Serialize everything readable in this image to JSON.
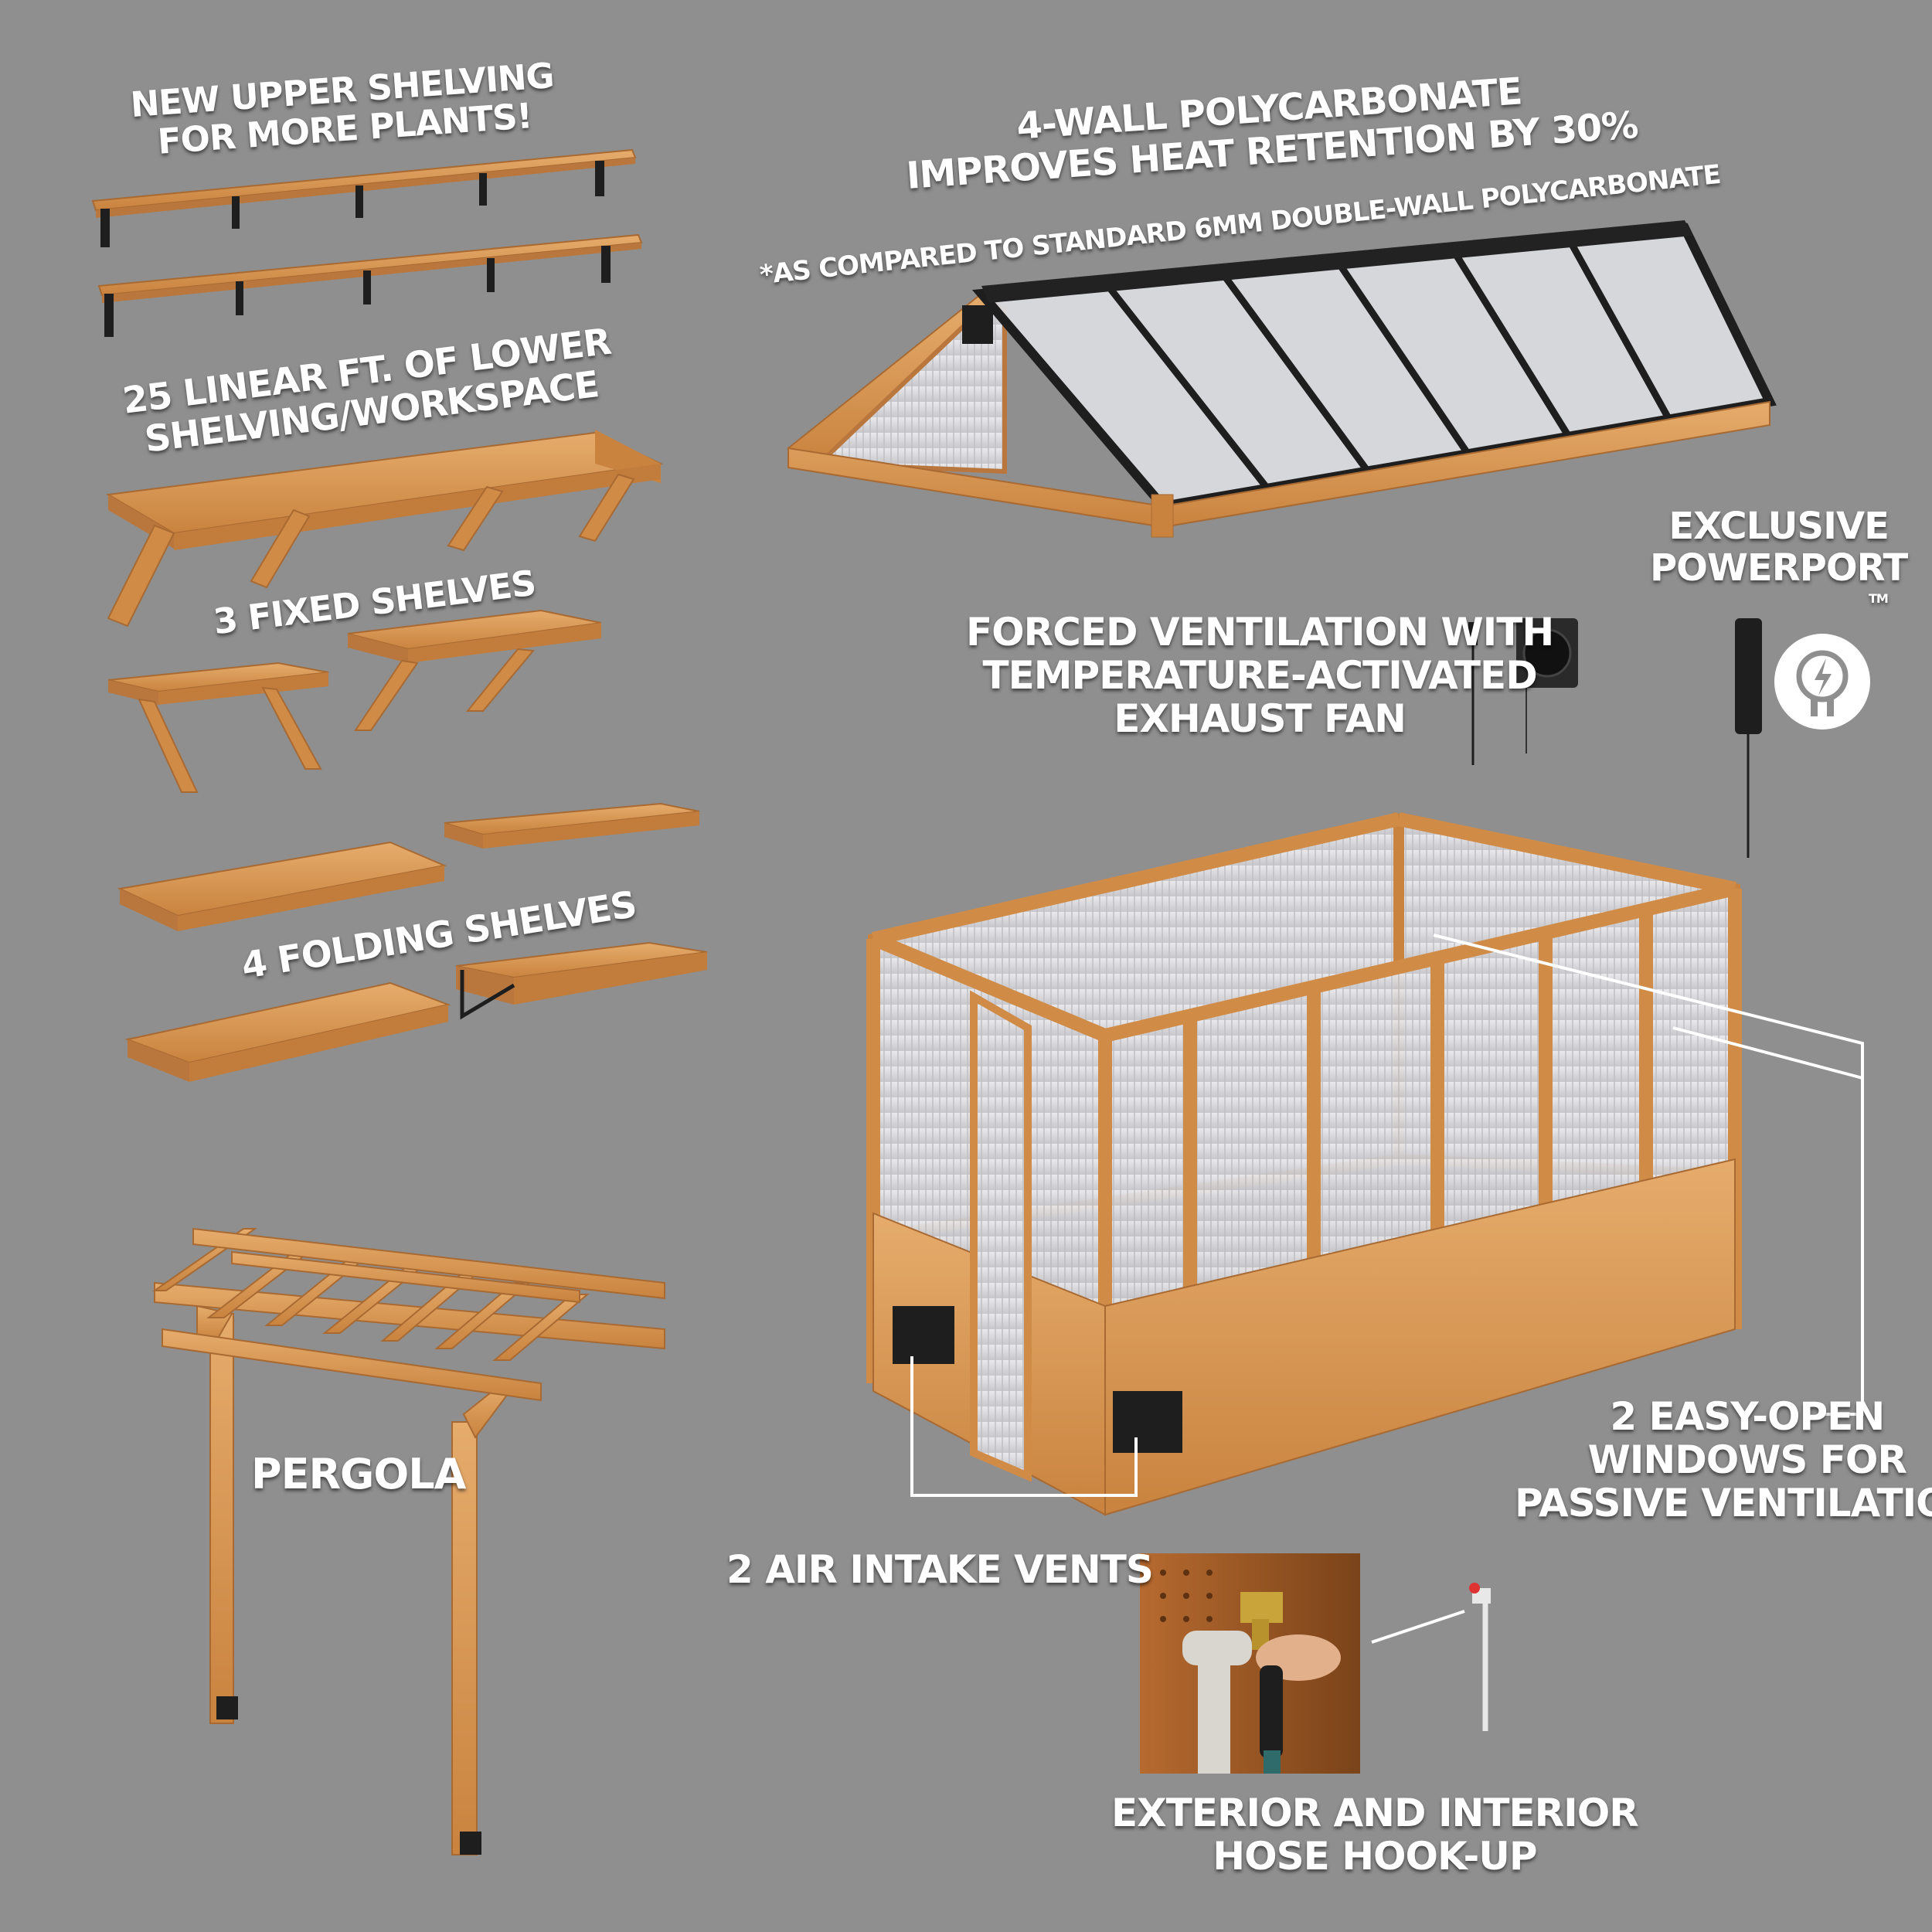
{
  "labels": {
    "upper_shelving": [
      "NEW UPPER SHELVING",
      "FOR MORE PLANTS!"
    ],
    "lower_shelving": [
      "25 LINEAR FT. OF LOWER",
      "SHELVING/WORKSPACE"
    ],
    "fixed_shelves": "3 FIXED SHELVES",
    "folding_shelves": "4 FOLDING SHELVES",
    "pergola": "PERGOLA",
    "polycarbonate": [
      "4-WALL POLYCARBONATE",
      "IMPROVES HEAT RETENTION BY 30%"
    ],
    "polycarbonate_note": "*AS COMPARED TO STANDARD 6MM DOUBLE-WALL POLYCARBONATE",
    "powerport": [
      "EXCLUSIVE",
      "POWERPORT"
    ],
    "powerport_tm": "TM",
    "ventilation": [
      "FORCED VENTILATION WITH",
      "TEMPERATURE-ACTIVATED",
      "EXHAUST FAN"
    ],
    "windows": [
      "2 EASY-OPEN",
      "WINDOWS FOR",
      "PASSIVE VENTILATION"
    ],
    "air_vents": "2 AIR INTAKE VENTS",
    "hose": [
      "EXTERIOR AND INTERIOR",
      "HOSE HOOK-UP"
    ]
  },
  "colors": {
    "background": "#8f8f8f",
    "wood": "#d99b5c",
    "wood_dark": "#b9773d",
    "metal": "#1e1e1e",
    "panel": "#e6e6e6",
    "text": "#ffffff"
  },
  "icons": [
    "power-plug-icon"
  ]
}
